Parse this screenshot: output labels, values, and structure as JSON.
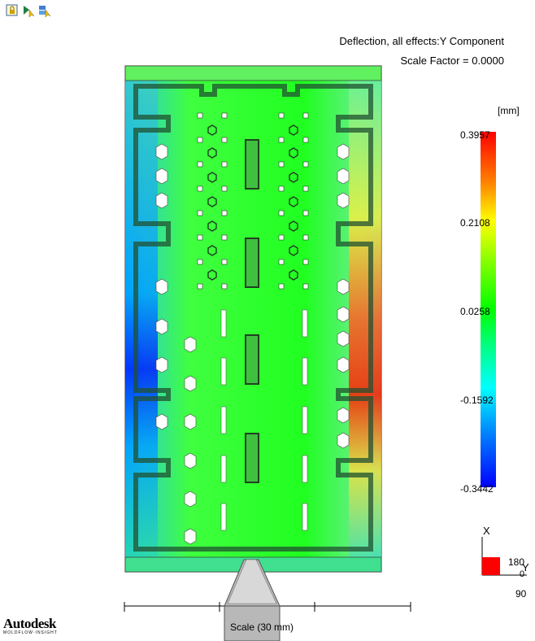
{
  "toolbar": {
    "buttons": [
      {
        "name": "lock-icon"
      },
      {
        "name": "play-pointer-icon"
      },
      {
        "name": "layers-pointer-icon"
      }
    ]
  },
  "plot": {
    "title": "Deflection, all effects:Y Component",
    "scale_factor": "Scale Factor =  0.0000"
  },
  "legend": {
    "unit": "[mm]",
    "ticks": [
      "0.3957",
      "0.2108",
      "0.0258",
      "-0.1592",
      "-0.3442"
    ],
    "colors": [
      "#ff0000",
      "#ffff00",
      "#00ff00",
      "#00ffff",
      "#0000ff"
    ]
  },
  "scalebar": {
    "label": "Scale (30 mm)"
  },
  "triad": {
    "x_label": "X",
    "y_label": "Y",
    "angle_180": "180",
    "angle_0": "0",
    "angle_90": "90"
  },
  "logo": {
    "brand": "Autodesk",
    "product": "MOLDFLOW·INSIGHT"
  }
}
